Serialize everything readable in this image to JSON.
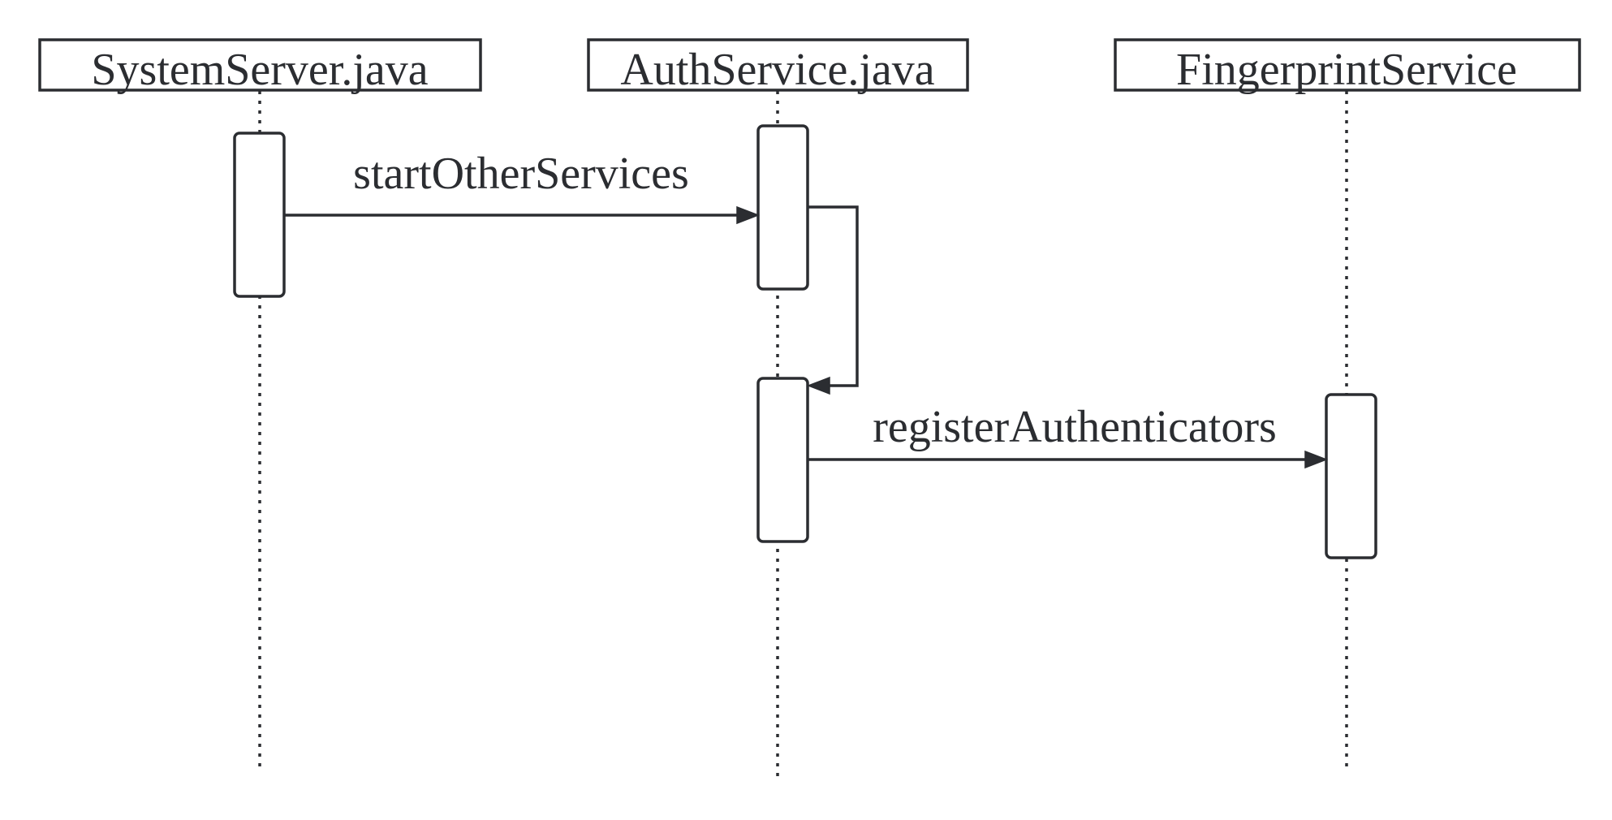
{
  "participants": [
    {
      "id": "systemserver",
      "label": "SystemServer.java"
    },
    {
      "id": "authservice",
      "label": "AuthService.java"
    },
    {
      "id": "fingerprint",
      "label": "FingerprintService"
    }
  ],
  "messages": [
    {
      "label": "startOtherServices",
      "from": "SystemServer.java",
      "to": "AuthService.java",
      "kind": "sync"
    },
    {
      "label": "",
      "from": "AuthService.java",
      "to": "AuthService.java",
      "kind": "self"
    },
    {
      "label": "registerAuthenticators",
      "from": "AuthService.java",
      "to": "FingerprintService",
      "kind": "sync"
    }
  ],
  "colors": {
    "stroke": "#2b2d31",
    "background": "#ffffff"
  }
}
